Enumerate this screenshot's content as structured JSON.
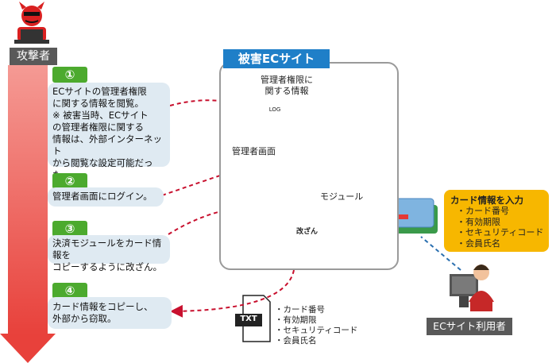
{
  "attacker": {
    "label": "攻撃者"
  },
  "site": {
    "title": "被害ECサイト",
    "log_label": "管理者権限に\n関する情報",
    "log_tag": "LOG",
    "admin_screen_label": "管理者画面",
    "module_label": "モジュール",
    "tamper_label": "改ざん"
  },
  "steps": [
    {
      "num": "①",
      "text": "ECサイトの管理者権限\nに関する情報を閲覧。\n※ 被害当時、ECサイト\nの管理者権限に関する\n情報は、外部インターネット\nから閲覧な設定可能だった。"
    },
    {
      "num": "②",
      "text": "管理者画面にログイン。"
    },
    {
      "num": "③",
      "text": "決済モジュールをカード情報を\nコピーするように改ざん。"
    },
    {
      "num": "④",
      "text": "カード情報をコピーし、\n外部から窃取。"
    }
  ],
  "card_input": {
    "title": "カード情報を入力",
    "items": [
      "・カード番号",
      "・有効期限",
      "・セキュリティコード",
      "・会員氏名"
    ]
  },
  "txt": {
    "tag": "TXT",
    "items": [
      "・カード番号",
      "・有効期限",
      "・セキュリティコード",
      "・会員氏名"
    ]
  },
  "user": {
    "label": "ECサイト利用者"
  },
  "colors": {
    "arrow_red": "#e8413b",
    "step_green": "#4caa2e",
    "site_blue": "#1f7fc8",
    "step_bg": "#dfeaf2",
    "card_yellow": "#f7b700",
    "dashed_red": "#c8102e",
    "dashed_blue": "#2a6fb0"
  }
}
